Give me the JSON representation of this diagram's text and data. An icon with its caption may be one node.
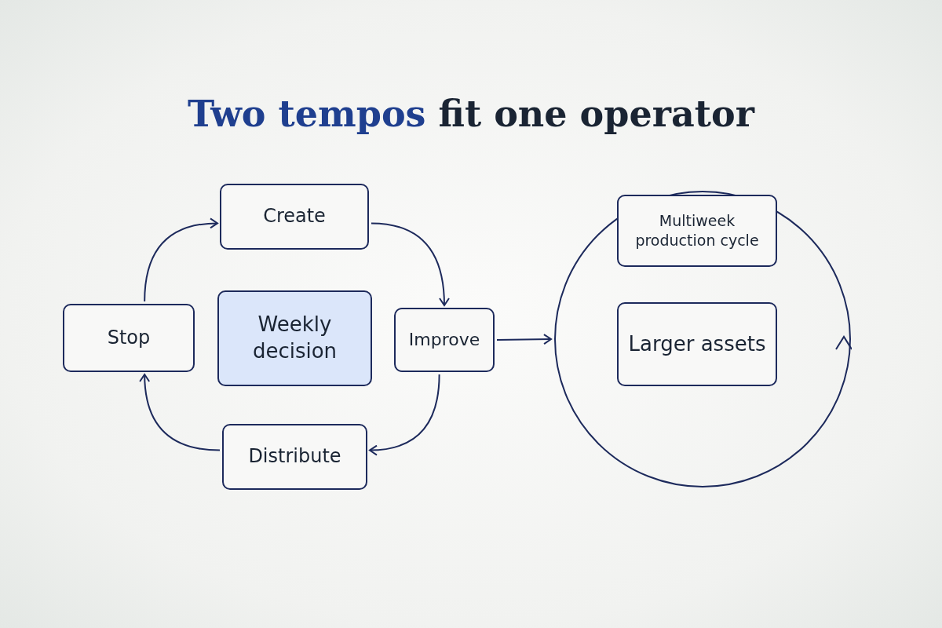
{
  "diagram": {
    "title": "**Two tempos** fit one operator",
    "nodes": [
      {
        "text": [
          "Create"
        ]
      },
      {
        "text": [
          "Improve"
        ]
      },
      {
        "text": [
          "Distribute"
        ]
      },
      {
        "text": [
          "Stop"
        ]
      },
      {
        "text": [
          "Weekly decision"
        ]
      },
      {
        "text": [],
        "shape": "circle"
      },
      {
        "text": [
          "Multiweek production cycle"
        ],
        "in": 5
      },
      {
        "text": [
          "Larger assets"
        ],
        "in": 5
      }
    ],
    "edges": [
      {
        "from": 3,
        "to": 0,
        "arrow": "to"
      },
      {
        "from": 0,
        "to": 1,
        "arrow": "to"
      },
      {
        "from": 1,
        "to": 2,
        "arrow": "to"
      },
      {
        "from": 2,
        "to": 3,
        "arrow": "to"
      },
      {
        "from": 1,
        "to": 5,
        "arrow": "to"
      }
    ]
  }
}
